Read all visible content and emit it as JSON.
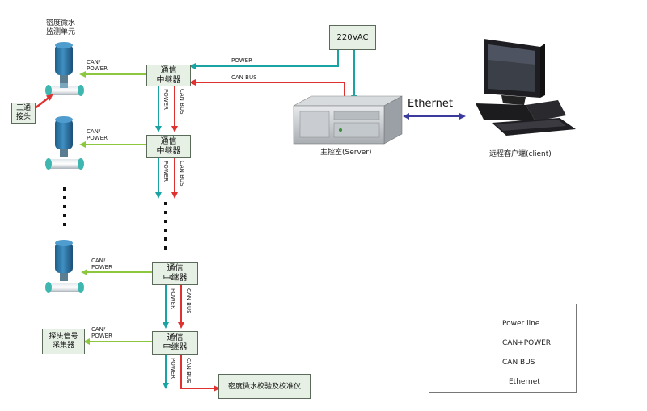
{
  "colors": {
    "power_line": "#1aa3a3",
    "can_power": "#8dc63f",
    "can_bus": "#e03131",
    "ethernet": "#3b3b9e",
    "black": "#111111"
  },
  "top_unit_label_line1": "密度微水",
  "top_unit_label_line2": "监测单元",
  "three_way_label_line1": "三通",
  "three_way_label_line2": "接头",
  "repeater_line1": "通信",
  "repeater_line2": "中继器",
  "can_power_line1": "CAN/",
  "can_power_line2": "POWER",
  "power_text": "POWER",
  "can_bus_text": "CAN BUS",
  "vac_label": "220VAC",
  "server_label": "主控室(Server)",
  "client_label": "远程客户端(client)",
  "ethernet_label": "Ethernet",
  "probe_line1": "探头信号",
  "probe_line2": "采集器",
  "calibrator_label": "密度微水校验及校准仪",
  "legend": {
    "items": [
      "Power line",
      "CAN+POWER",
      "CAN BUS",
      "Ethernet"
    ],
    "icons": [
      "power-line-arrow-icon",
      "can-power-arrow-icon",
      "can-bus-arrow-icon",
      "ethernet-arrow-icon"
    ]
  }
}
